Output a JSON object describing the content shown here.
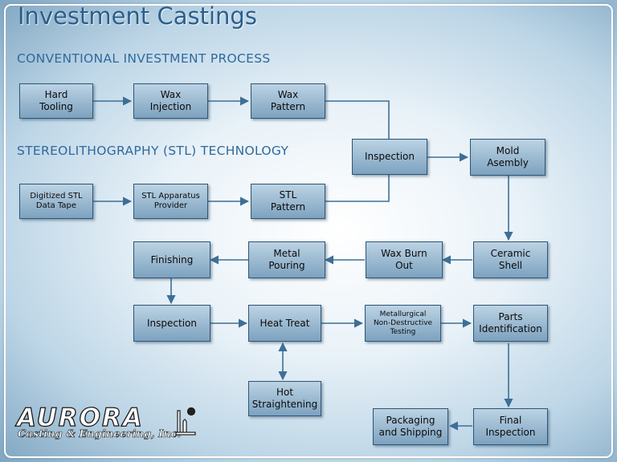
{
  "title": "Investment Castings",
  "sections": {
    "conventional": "CONVENTIONAL INVESTMENT PROCESS",
    "stl": "STEREOLITHOGRAPHY (STL) TECHNOLOGY"
  },
  "steps": {
    "hard_tooling": "Hard\nTooling",
    "wax_injection": "Wax\nInjection",
    "wax_pattern": "Wax\nPattern",
    "inspection_1": "Inspection",
    "mold_assembly": "Mold\nAsembly",
    "digitized_stl": "Digitized STL\nData Tape",
    "stl_apparatus": "STL Apparatus\nProvider",
    "stl_pattern": "STL\nPattern",
    "ceramic_shell": "Ceramic\nShell",
    "wax_burn_out": "Wax Burn\nOut",
    "metal_pouring": "Metal\nPouring",
    "finishing": "Finishing",
    "inspection_2": "Inspection",
    "heat_treat": "Heat Treat",
    "metallurgical_testing": "Metallurgical\nNon-Destructive\nTesting",
    "parts_identification": "Parts\nIdentification",
    "hot_straightening": "Hot\nStraightening",
    "final_inspection": "Final\nInspection",
    "packaging_shipping": "Packaging\nand Shipping"
  },
  "logo": {
    "name": "AURORA",
    "subtitle": "Casting & Engineering, Inc."
  },
  "colors": {
    "title": "#2b5e8c",
    "box_border": "#2d5676",
    "connector": "#3d6f96"
  }
}
